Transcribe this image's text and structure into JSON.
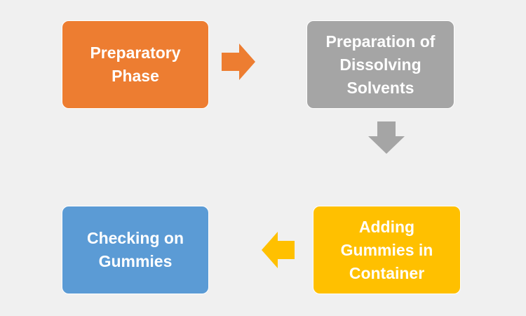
{
  "colors": {
    "background": "#f0f0f0",
    "orange": "#ed7d31",
    "gray": "#a5a5a5",
    "gold": "#ffc000",
    "blue": "#5b9bd5"
  },
  "steps": [
    {
      "label": "Preparatory\nPhase",
      "color": "orange"
    },
    {
      "label": "Preparation of\nDissolving\nSolvents",
      "color": "gray"
    },
    {
      "label": "Adding\nGummies in\nContainer",
      "color": "gold"
    },
    {
      "label": "Checking on\nGummies",
      "color": "blue"
    }
  ],
  "arrows": [
    {
      "direction": "right",
      "color": "orange"
    },
    {
      "direction": "down",
      "color": "gray"
    },
    {
      "direction": "left",
      "color": "gold"
    }
  ]
}
